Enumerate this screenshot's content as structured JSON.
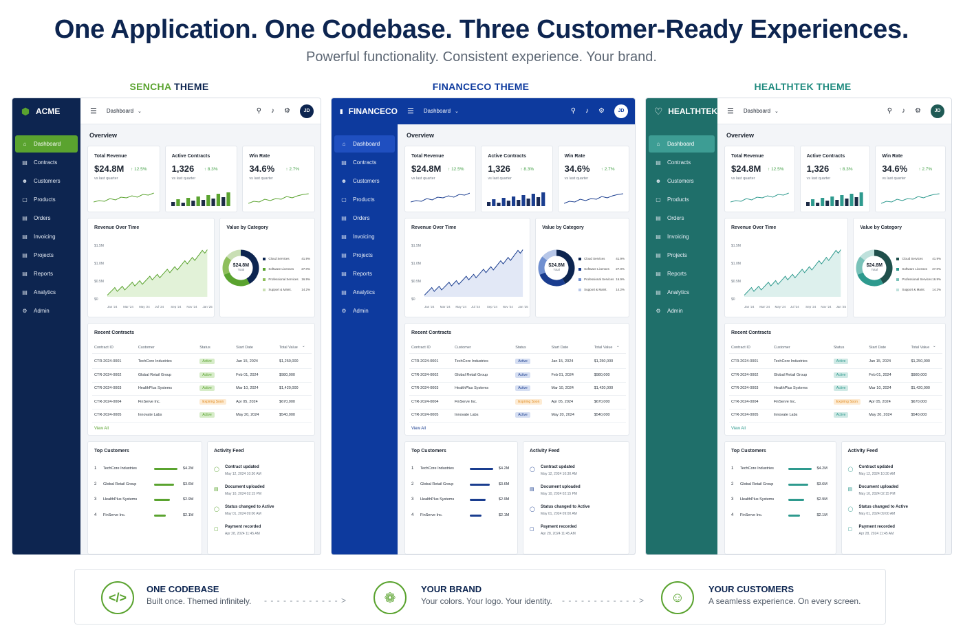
{
  "hero": {
    "title": "One Application. One Codebase. Three Customer-Ready Experiences.",
    "subtitle": "Powerful functionality. Consistent experience. Your brand."
  },
  "themes": [
    {
      "label_brand": "SENCHA",
      "label_rest": " THEME",
      "label_brand_color": "#5aa32f",
      "label_rest_color": "#0d2550",
      "brand_name": "ACME",
      "sidebar_color": "#0d2550",
      "active_nav_color": "#5aa32f",
      "accent": "#5aa32f",
      "accent_light": "#d6ecc8",
      "topbar_bg": "#ffffff",
      "topbar_fg": "#1c2430",
      "avatar_bg": "#0d2550",
      "avatar_fg": "#ffffff",
      "logo_icon": "hexagon-icon"
    },
    {
      "label_brand": "FINANCECO THEME",
      "label_rest": "",
      "label_brand_color": "#0d3a9e",
      "label_rest_color": "#0d3a9e",
      "brand_name": "FINANCECO",
      "sidebar_color": "#0d3a9e",
      "active_nav_color": "#1f4fc0",
      "accent": "#1a3d8f",
      "accent_light": "#d5def2",
      "topbar_bg": "#0d3a9e",
      "topbar_fg": "#ffffff",
      "avatar_bg": "#ffffff",
      "avatar_fg": "#0d3a9e",
      "logo_icon": "bar-chart-icon"
    },
    {
      "label_brand": "HEALTHTEK THEME",
      "label_rest": "",
      "label_brand_color": "#1e8a7e",
      "label_rest_color": "#1e8a7e",
      "brand_name": "HEALTHTEK",
      "sidebar_color": "#1f6f6a",
      "active_nav_color": "#3d9d94",
      "accent": "#2e9a8e",
      "accent_light": "#cfe9e5",
      "topbar_bg": "#ffffff",
      "topbar_fg": "#1c2430",
      "avatar_bg": "#1f5a55",
      "avatar_fg": "#ffffff",
      "logo_icon": "heart-icon"
    }
  ],
  "dashboard": {
    "dropdown_label": "Dashboard",
    "avatar_initials": "JD",
    "nav": [
      {
        "label": "Dashboard",
        "icon": "home-icon"
      },
      {
        "label": "Contracts",
        "icon": "contract-icon"
      },
      {
        "label": "Customers",
        "icon": "user-icon"
      },
      {
        "label": "Products",
        "icon": "box-icon"
      },
      {
        "label": "Orders",
        "icon": "cart-icon"
      },
      {
        "label": "Invoicing",
        "icon": "invoice-icon"
      },
      {
        "label": "Projects",
        "icon": "folder-icon"
      },
      {
        "label": "Reports",
        "icon": "report-icon"
      },
      {
        "label": "Analytics",
        "icon": "analytics-icon"
      },
      {
        "label": "Admin",
        "icon": "gear-icon"
      }
    ],
    "overview_label": "Overview",
    "kpis": [
      {
        "label": "Total Revenue",
        "value": "$24.8M",
        "change": "12.5%",
        "sub": "vs last quarter"
      },
      {
        "label": "Active Contracts",
        "value": "1,326",
        "change": "8.3%",
        "sub": "vs last quarter"
      },
      {
        "label": "Win Rate",
        "value": "34.6%",
        "change": "2.7%",
        "sub": "vs last quarter"
      }
    ],
    "revenue_chart": {
      "title": "Revenue Over Time",
      "y_ticks": [
        "$1.5M",
        "$1.0M",
        "$0.5M",
        "$0"
      ],
      "x_ticks": [
        "Jan '24",
        "Mar '24",
        "May '24",
        "Jul '24",
        "Sep '24",
        "Nov '24",
        "Jan '25"
      ]
    },
    "category_chart": {
      "title": "Value by Category",
      "center_value": "$24.8M",
      "center_label": "Total",
      "items": [
        {
          "name": "Cloud Services",
          "pct": "41.9%",
          "value": 41.9
        },
        {
          "name": "Software Licenses",
          "pct": "27.0%",
          "value": 27.0
        },
        {
          "name": "Professional Services",
          "pct": "16.9%",
          "value": 16.9
        },
        {
          "name": "Support & Maint.",
          "pct": "14.2%",
          "value": 14.2
        }
      ]
    },
    "contracts": {
      "title": "Recent Contracts",
      "headers": [
        "Contract ID",
        "Customer",
        "Status",
        "Start Date",
        "Total Value"
      ],
      "rows": [
        [
          "CTR-2024-0001",
          "TechCore Industries",
          "Active",
          "Jan 15, 2024",
          "$1,250,000"
        ],
        [
          "CTR-2024-0002",
          "Global Retail Group",
          "Active",
          "Feb 01, 2024",
          "$980,000"
        ],
        [
          "CTR-2024-0003",
          "HealthPlus Systems",
          "Active",
          "Mar 10, 2024",
          "$1,420,000"
        ],
        [
          "CTR-2024-0004",
          "FinServe Inc.",
          "Expiring Soon",
          "Apr 05, 2024",
          "$670,000"
        ],
        [
          "CTR-2024-0005",
          "Innovate Labs",
          "Active",
          "May 20, 2024",
          "$540,000"
        ]
      ],
      "view_all": "View All"
    },
    "top_customers": {
      "title": "Top Customers",
      "items": [
        {
          "rank": "1",
          "name": "TechCore Industries",
          "value": "$4.2M",
          "amount": 4.2
        },
        {
          "rank": "2",
          "name": "Global Retail Group",
          "value": "$3.6M",
          "amount": 3.6
        },
        {
          "rank": "3",
          "name": "HealthPlus Systems",
          "value": "$2.9M",
          "amount": 2.9
        },
        {
          "rank": "4",
          "name": "FinServe Inc.",
          "value": "$2.1M",
          "amount": 2.1
        }
      ]
    },
    "activity": {
      "title": "Activity Feed",
      "items": [
        {
          "title": "Contract updated",
          "date": "May 12, 2024 10:30 AM",
          "icon": "shield-icon"
        },
        {
          "title": "Document uploaded",
          "date": "May 10, 2024 02:15 PM",
          "icon": "document-icon"
        },
        {
          "title": "Status changed to Active",
          "date": "May 01, 2024 09:00 AM",
          "icon": "shield-icon"
        },
        {
          "title": "Payment recorded",
          "date": "Apr 28, 2024 11:45 AM",
          "icon": "payment-icon"
        }
      ]
    }
  },
  "footer": {
    "items": [
      {
        "title": "ONE CODEBASE",
        "sub": "Built once. Themed infinitely.",
        "icon": "code-icon"
      },
      {
        "title": "YOUR BRAND",
        "sub": "Your colors. Your logo. Your identity.",
        "icon": "palette-icon"
      },
      {
        "title": "YOUR CUSTOMERS",
        "sub": "A seamless experience. On every screen.",
        "icon": "users-icon"
      }
    ]
  }
}
